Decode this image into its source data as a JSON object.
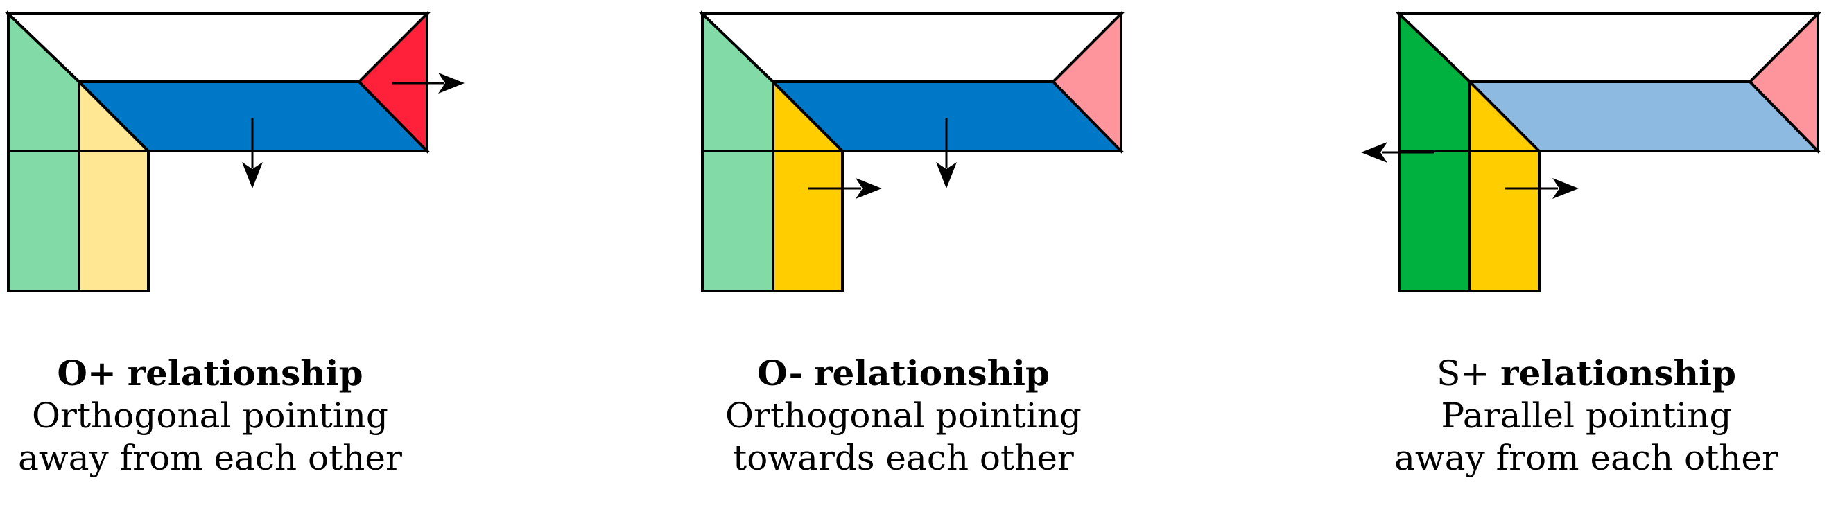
{
  "colors": {
    "outline": "#000000",
    "white_region": "#ffffff",
    "light_green": "#82dba6",
    "dark_green": "#00b140",
    "light_yellow": "#ffe793",
    "dark_yellow": "#ffcd00",
    "blue": "#0078c8",
    "light_blue": "#8cbae0",
    "red": "#ff2039",
    "light_red": "#ff959c"
  },
  "panels": [
    {
      "id": "o-plus",
      "caption": {
        "prefix": "O+",
        "bold_word": "relationship",
        "line2": "Orthogonal pointing",
        "line3": "away from each other"
      },
      "fills": {
        "left_outer": "light_green",
        "left_inner": "light_yellow",
        "top_bar": "blue",
        "right_triangle": "red"
      },
      "arrows": [
        "down-from-bar",
        "right-from-triangle"
      ]
    },
    {
      "id": "o-minus",
      "caption": {
        "prefix": "O-",
        "bold_word": "relationship",
        "line2": "Orthogonal pointing",
        "line3": "towards each other"
      },
      "fills": {
        "left_outer": "light_green",
        "left_inner": "dark_yellow",
        "top_bar": "blue",
        "right_triangle": "light_red"
      },
      "arrows": [
        "down-from-bar",
        "right-from-inner"
      ]
    },
    {
      "id": "s-plus",
      "caption": {
        "prefix": "S+",
        "bold_word": "relationship",
        "line2": "Parallel pointing",
        "line3": "away from each other"
      },
      "fills": {
        "left_outer": "dark_green",
        "left_inner": "dark_yellow",
        "top_bar": "light_blue",
        "right_triangle": "light_red"
      },
      "arrows": [
        "left-from-outer",
        "right-from-inner"
      ]
    }
  ]
}
